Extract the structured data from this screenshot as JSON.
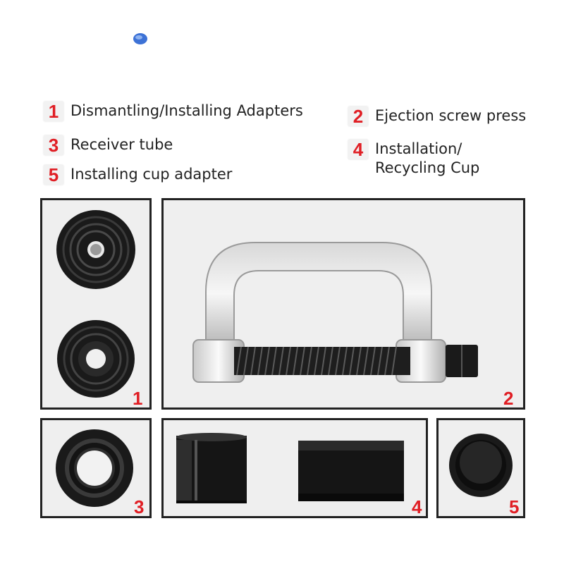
{
  "legend": [
    {
      "number": "1",
      "text": "Dismantling/Installing Adapters"
    },
    {
      "number": "2",
      "text": "Ejection screw press"
    },
    {
      "number": "3",
      "text": "Receiver tube"
    },
    {
      "number": "4",
      "text": "Installation/\nRecycling Cup"
    },
    {
      "number": "5",
      "text": "Installing cup adapter"
    }
  ],
  "panels": [
    {
      "number": "1",
      "part": "adapters"
    },
    {
      "number": "2",
      "part": "c-frame-press"
    },
    {
      "number": "3",
      "part": "receiver-tube"
    },
    {
      "number": "4",
      "part": "cups"
    },
    {
      "number": "5",
      "part": "cup-adapter"
    }
  ],
  "colors": {
    "accent": "#e01e24",
    "border": "#222222",
    "panel_bg": "#efefef"
  }
}
